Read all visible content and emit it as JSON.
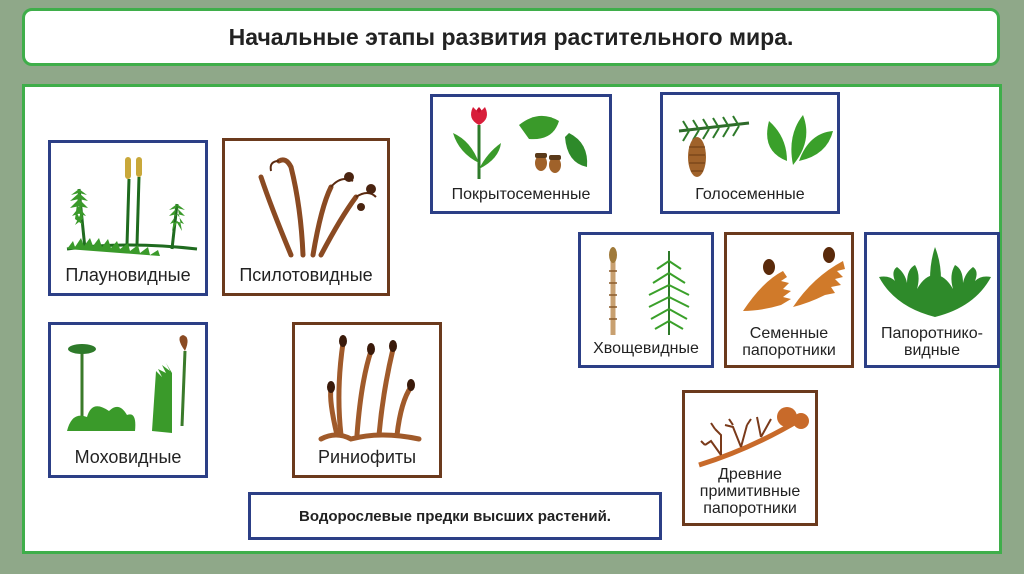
{
  "title": "Начальные этапы развития растительного мира.",
  "groups": {
    "plaunovidnye": "Плауновидные",
    "psilotovidnye": "Псилотовидные",
    "mokhovidnye": "Моховидные",
    "riniofity": "Риниофиты",
    "pokrytosemennye": "Покрытосеменные",
    "golosemennye": "Голосеменные",
    "khvoshchevidnye": "Хвощевидные",
    "semennye_line1": "Семенные",
    "semennye_line2": "папоротники",
    "paporotnikovidnye_line1": "Папоротнико-",
    "paporotnikovidnye_line2": "видные",
    "drevnie_line1": "Древние",
    "drevnie_line2": "примитивные",
    "drevnie_line3": "папоротники"
  },
  "ancestor": "Водорослевые предки высших растений.",
  "colors": {
    "frame_green": "#3fae4a",
    "card_blue": "#2c3f86",
    "card_brown": "#6b3a1d",
    "background": "#8fa889"
  }
}
